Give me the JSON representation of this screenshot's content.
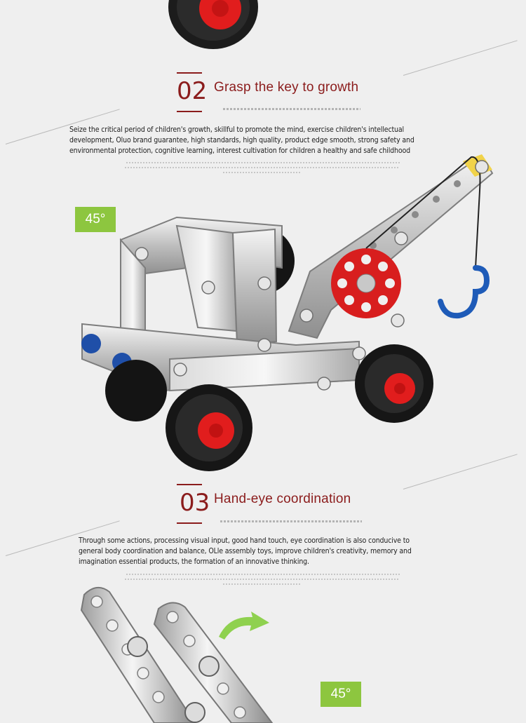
{
  "sections": [
    {
      "number": "02",
      "title": "Grasp the key to growth",
      "subtitle": "EFFECT SIMULATION MODELING PERFECT SIMULATION MODELING",
      "description": "Seize the critical period of children's growth, skillful to promote the mind, exercise children's intellectual development, Oluo brand guarantee, high standards, high quality, product edge smooth, strong safety and environmental protection, cognitive learning, interest cultivation for children a healthy and safe childhood"
    },
    {
      "number": "03",
      "title": "Hand-eye coordination",
      "subtitle": "EFFECT SIMULATION MODELING PERFECT SIMULATION MODELING",
      "description": "Through some actions, processing visual input, good hand touch, eye coordination is also conducive to general body coordination and balance, OLle assembly toys, improve children's creativity, memory and imagination essential products, the formation of an innovative thinking."
    }
  ],
  "badges": {
    "angle_top": "45°",
    "angle_bottom": "45°"
  },
  "colors": {
    "accent": "#8b1c1c",
    "badge": "#8dc63f",
    "wheel_hub": "#e11d1d",
    "hook": "#1e5bb8",
    "arrow": "#8fd14f"
  },
  "icons": [
    "wheel-icon",
    "crane-truck-illustration",
    "hook-icon",
    "curved-arrow-icon",
    "metal-strip-illustration"
  ]
}
